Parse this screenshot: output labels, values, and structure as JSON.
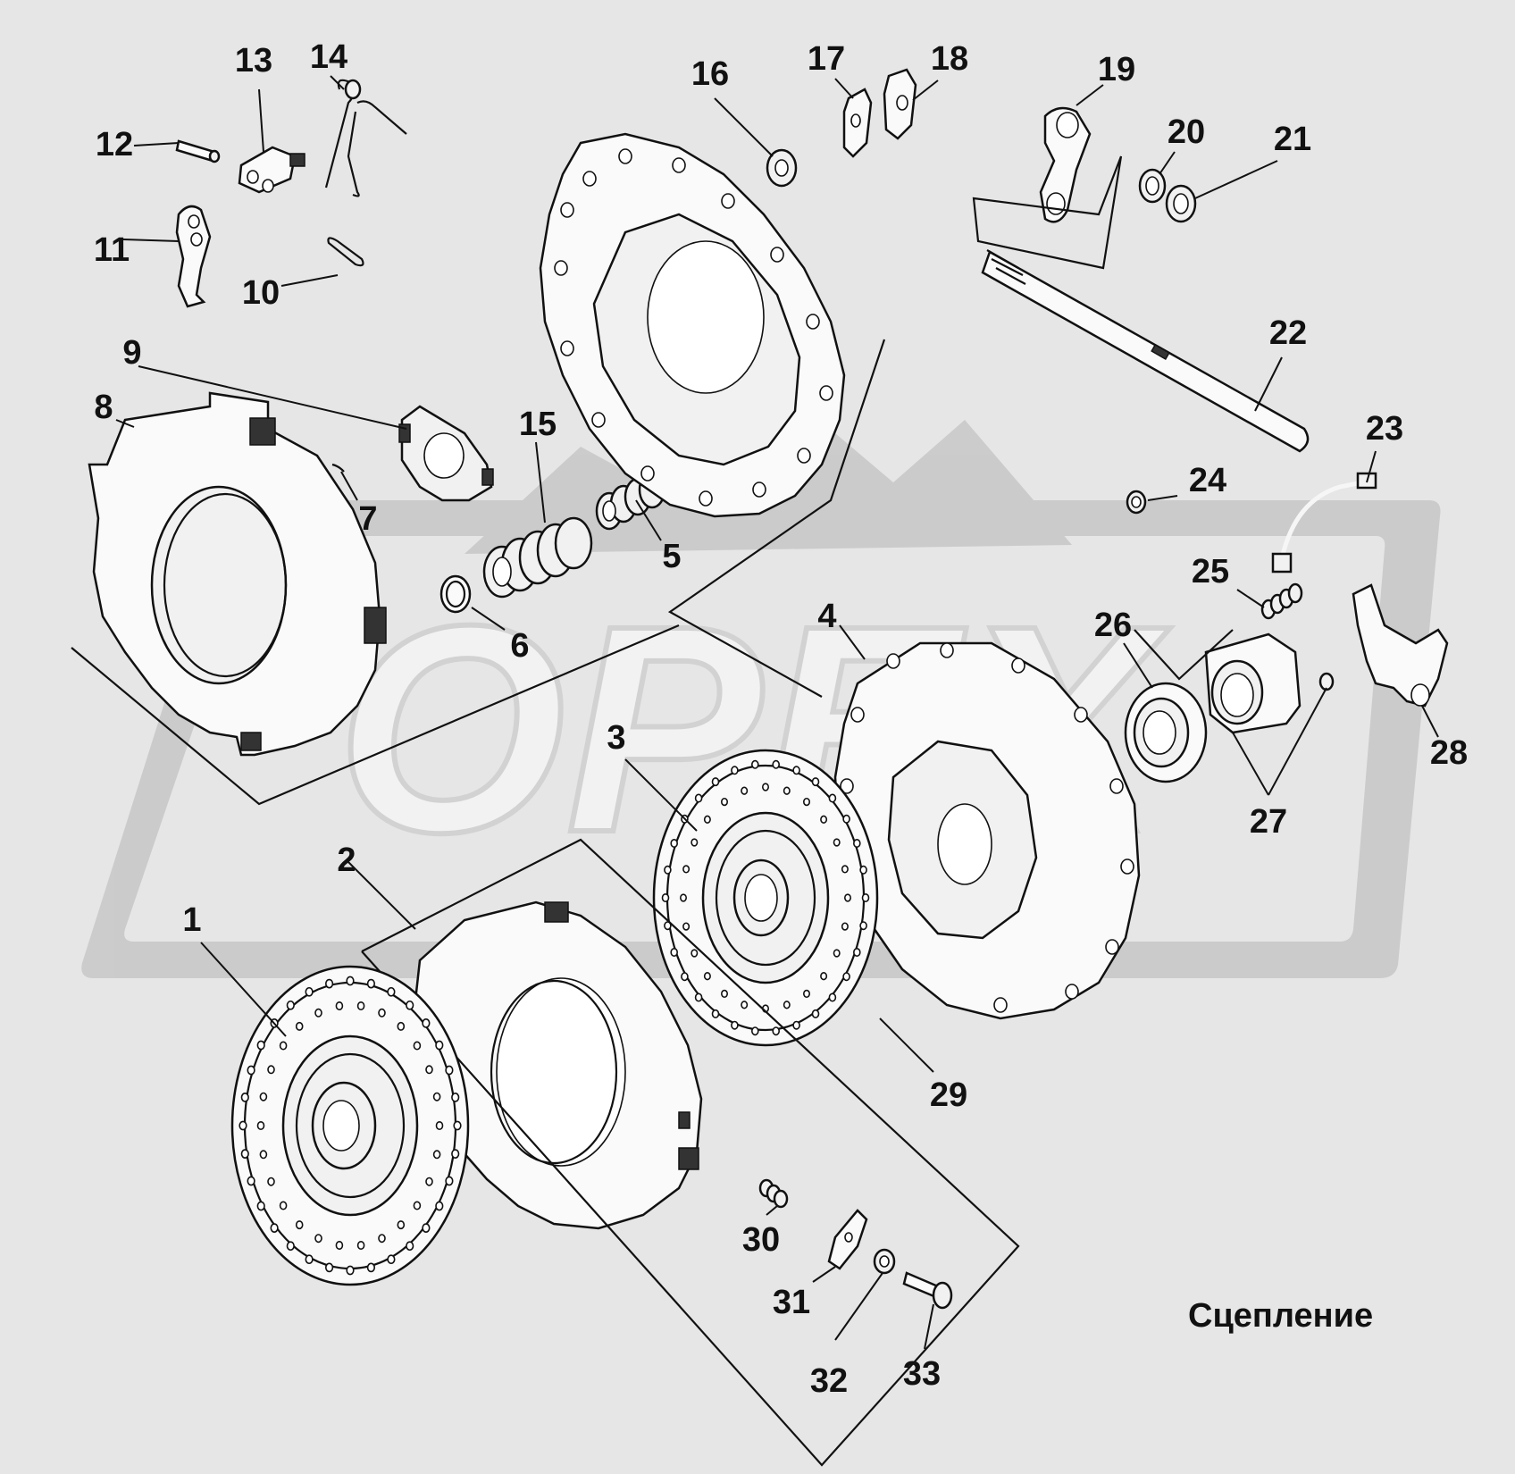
{
  "diagram": {
    "title": "Сцепление",
    "watermark_text": "ОРЕХ",
    "parts": [
      {
        "id": "p1",
        "number": "1"
      },
      {
        "id": "p2",
        "number": "2"
      },
      {
        "id": "p3",
        "number": "3"
      },
      {
        "id": "p4",
        "number": "4"
      },
      {
        "id": "p5",
        "number": "5"
      },
      {
        "id": "p6",
        "number": "6"
      },
      {
        "id": "p7",
        "number": "7"
      },
      {
        "id": "p8",
        "number": "8"
      },
      {
        "id": "p9",
        "number": "9"
      },
      {
        "id": "p10",
        "number": "10"
      },
      {
        "id": "p11",
        "number": "11"
      },
      {
        "id": "p12",
        "number": "12"
      },
      {
        "id": "p13",
        "number": "13"
      },
      {
        "id": "p14",
        "number": "14"
      },
      {
        "id": "p15",
        "number": "15"
      },
      {
        "id": "p16",
        "number": "16"
      },
      {
        "id": "p17",
        "number": "17"
      },
      {
        "id": "p18",
        "number": "18"
      },
      {
        "id": "p19",
        "number": "19"
      },
      {
        "id": "p20",
        "number": "20"
      },
      {
        "id": "p21",
        "number": "21"
      },
      {
        "id": "p22",
        "number": "22"
      },
      {
        "id": "p23",
        "number": "23"
      },
      {
        "id": "p24",
        "number": "24"
      },
      {
        "id": "p25",
        "number": "25"
      },
      {
        "id": "p26",
        "number": "26"
      },
      {
        "id": "p27",
        "number": "27"
      },
      {
        "id": "p28",
        "number": "28"
      },
      {
        "id": "p29",
        "number": "29"
      },
      {
        "id": "p30",
        "number": "30"
      },
      {
        "id": "p31",
        "number": "31"
      },
      {
        "id": "p32",
        "number": "32"
      },
      {
        "id": "p33",
        "number": "33"
      }
    ]
  }
}
